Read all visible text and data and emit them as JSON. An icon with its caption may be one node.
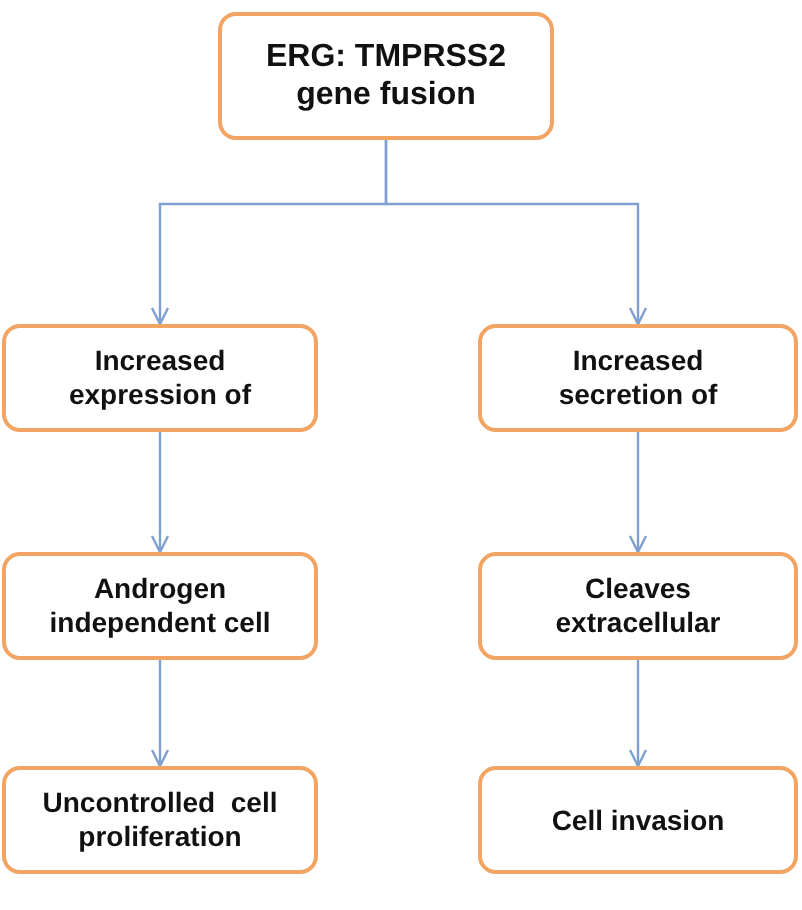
{
  "diagram": {
    "nodes": [
      {
        "text": [
          "ERG: TMPRSS2 gene fusion"
        ]
      },
      {
        "text": [
          "Increased expression of"
        ]
      },
      {
        "text": [
          "Increased secretion of"
        ]
      },
      {
        "text": [
          "Androgen independent cell"
        ]
      },
      {
        "text": [
          "Cleaves extracellular"
        ]
      },
      {
        "text": [
          "Uncontrolled  cell proliferation"
        ]
      },
      {
        "text": [
          "Cell invasion"
        ]
      }
    ],
    "edges": [
      {
        "from": 0,
        "to": 1,
        "arrow": "to"
      },
      {
        "from": 0,
        "to": 2,
        "arrow": "to"
      },
      {
        "from": 1,
        "to": 3,
        "arrow": "to"
      },
      {
        "from": 2,
        "to": 4,
        "arrow": "to"
      },
      {
        "from": 3,
        "to": 5,
        "arrow": "to"
      },
      {
        "from": 4,
        "to": 6,
        "arrow": "to"
      }
    ]
  }
}
